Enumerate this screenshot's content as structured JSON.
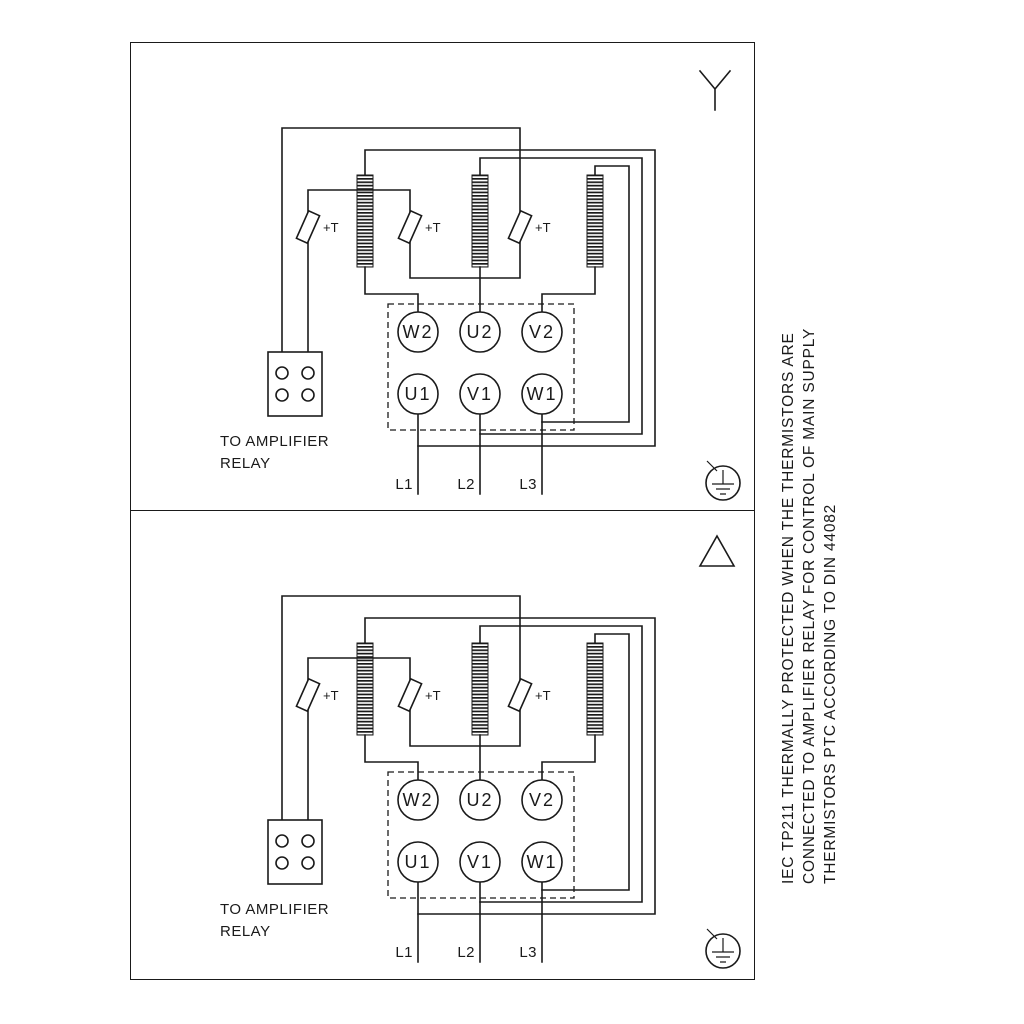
{
  "note": {
    "lines": [
      "IEC TP211 THERMALLY PROTECTED WHEN THE THERMISTORS ARE",
      "CONNECTED TO AMPLIFIER RELAY FOR CONTROL OF MAIN SUPPLY",
      "THERMISTORS PTC ACCORDING TO DIN 44082"
    ]
  },
  "panels": [
    {
      "connection": "star",
      "thermistor_labels": [
        "+T",
        "+T",
        "+T"
      ],
      "terminals": {
        "top": [
          "W2",
          "U2",
          "V2"
        ],
        "bottom": [
          "U1",
          "V1",
          "W1"
        ]
      },
      "supply": [
        "L1",
        "L2",
        "L3"
      ],
      "relay_note": [
        "TO AMPLIFIER",
        "RELAY"
      ]
    },
    {
      "connection": "delta",
      "thermistor_labels": [
        "+T",
        "+T",
        "+T"
      ],
      "terminals": {
        "top": [
          "W2",
          "U2",
          "V2"
        ],
        "bottom": [
          "U1",
          "V1",
          "W1"
        ]
      },
      "supply": [
        "L1",
        "L2",
        "L3"
      ],
      "relay_note": [
        "TO AMPLIFIER",
        "RELAY"
      ]
    }
  ]
}
